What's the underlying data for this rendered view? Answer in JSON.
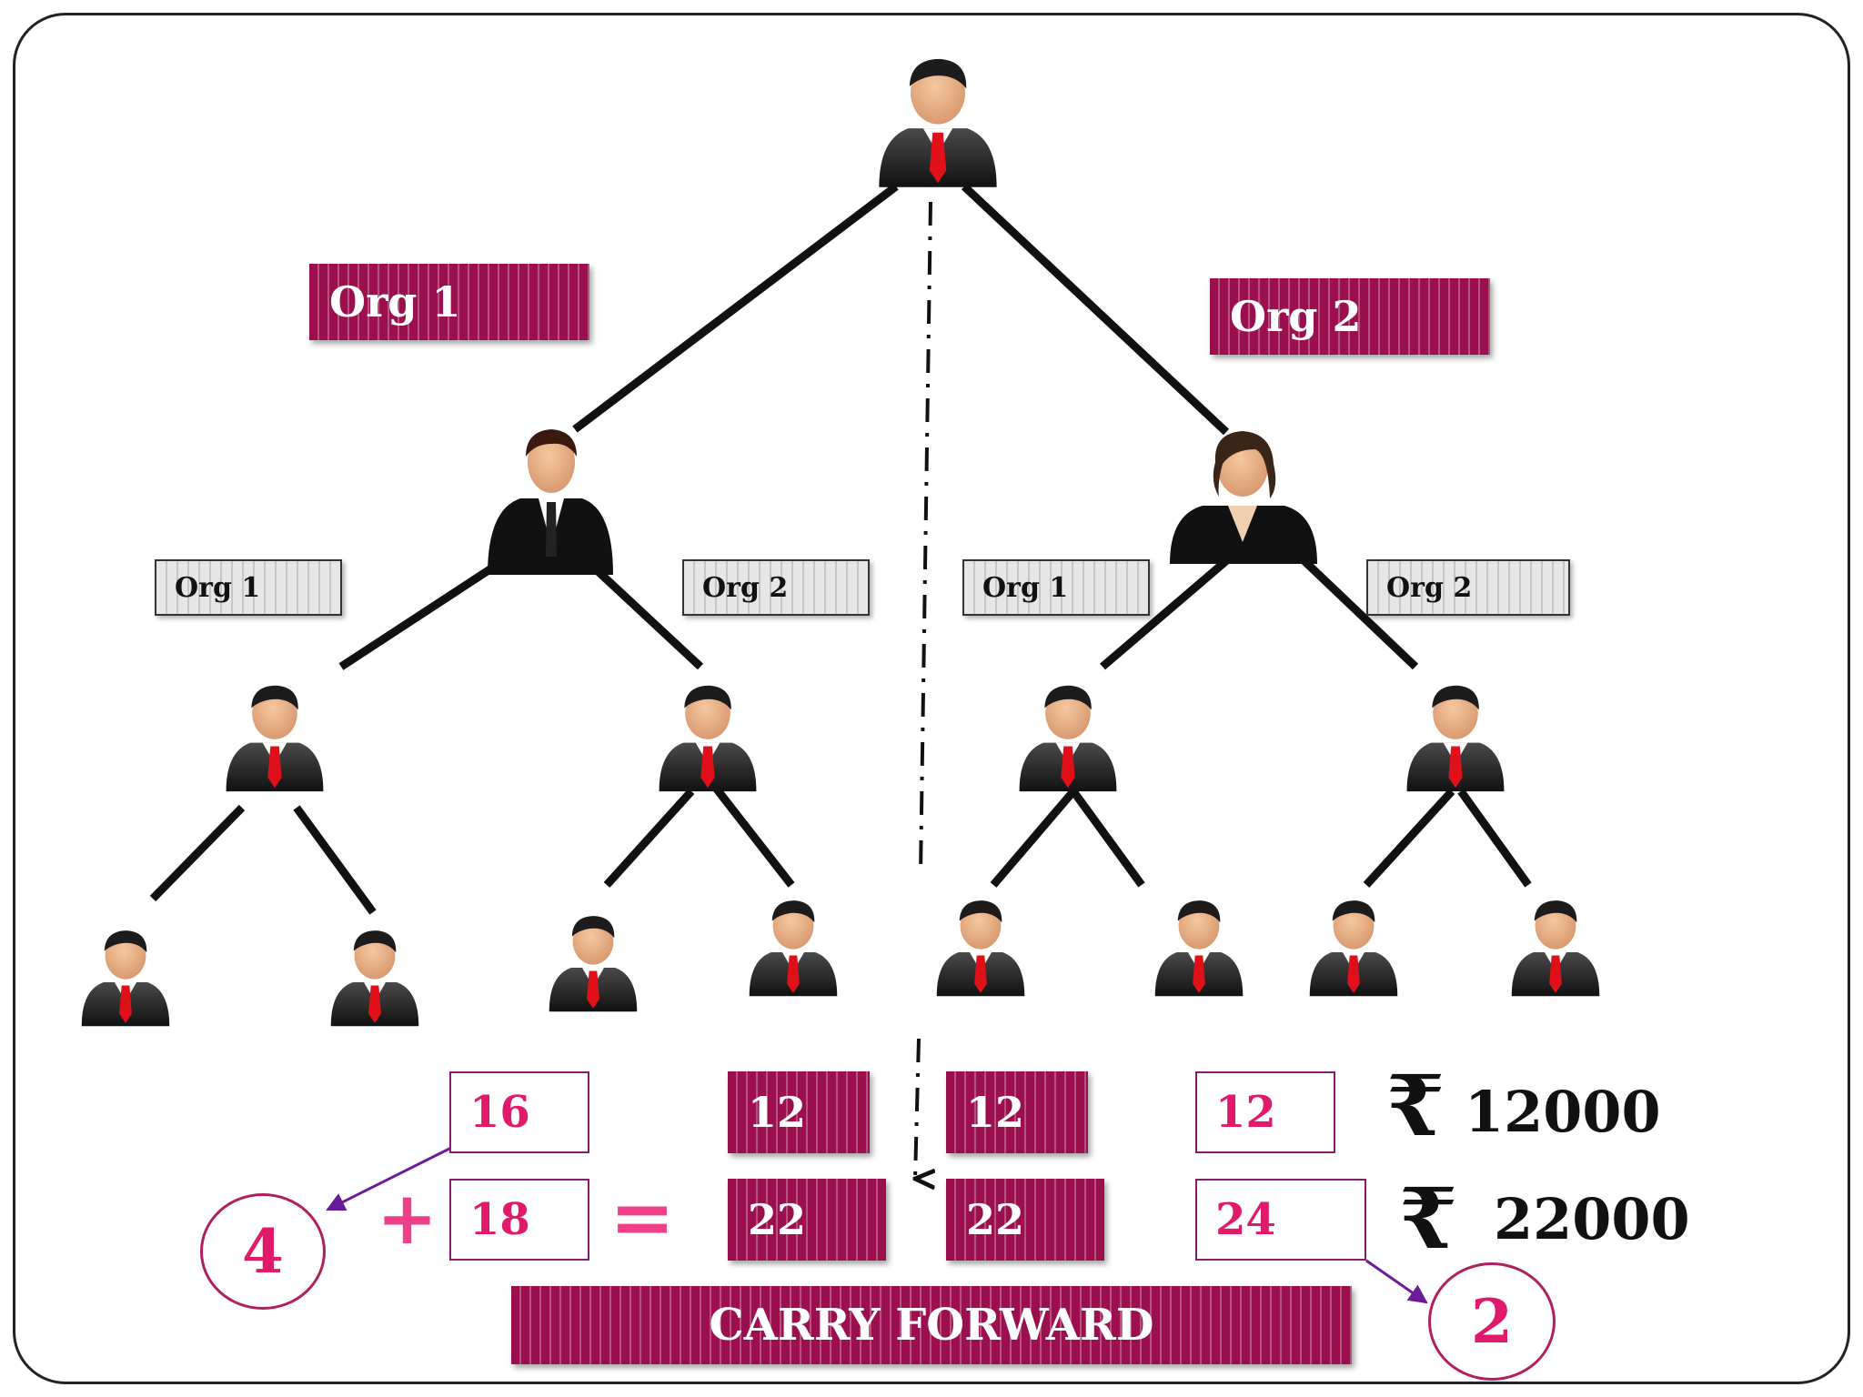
{
  "top_labels": {
    "org1": "Org 1",
    "org2": "Org 2"
  },
  "sub_labels": {
    "left_org1": "Org 1",
    "left_org2": "Org 2",
    "right_org1": "Org 1",
    "right_org2": "Org 2"
  },
  "counts": {
    "row1": [
      "16",
      "12",
      "12",
      "12"
    ],
    "row2": [
      "18",
      "22",
      "22",
      "24"
    ]
  },
  "equation": {
    "carry_in": "4",
    "plus": "+",
    "equals": "=",
    "carry_out": "2"
  },
  "money": {
    "currency_symbol": "₹",
    "amount1": "12000",
    "amount2": "22000"
  },
  "carry_forward_label": "CARRY FORWARD",
  "colors": {
    "accent": "#9b0f4f",
    "number_pink": "#e0196a",
    "arrow_purple": "#6a1b9a"
  }
}
